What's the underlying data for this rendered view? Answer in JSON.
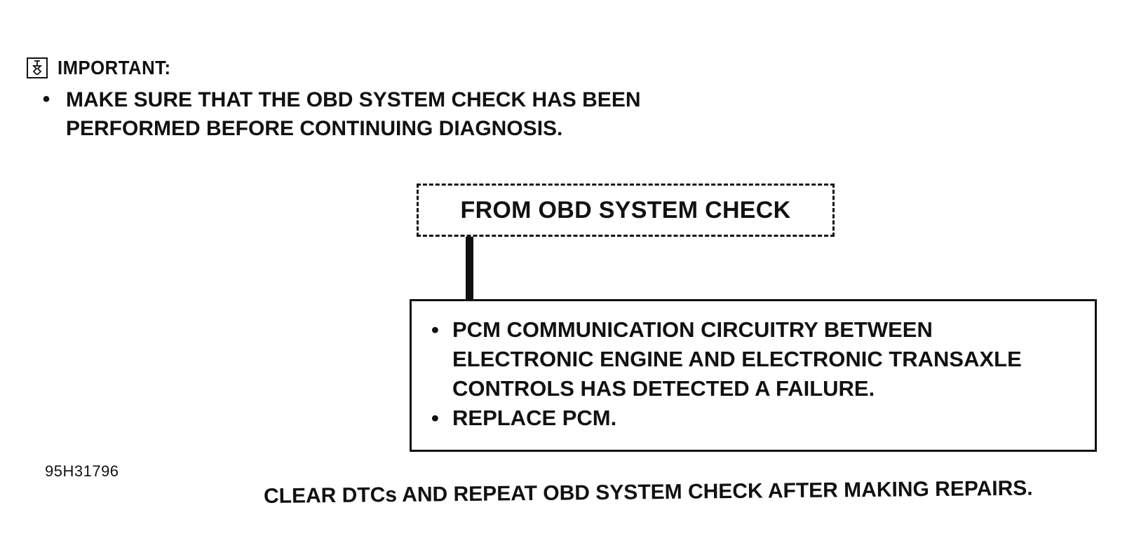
{
  "important": {
    "icon": "important-info-icon",
    "label": "IMPORTANT:",
    "bullet": "•",
    "text_line1": "MAKE SURE THAT THE OBD SYSTEM CHECK HAS BEEN",
    "text_line2": "PERFORMED BEFORE CONTINUING DIAGNOSIS."
  },
  "flow": {
    "start_box": "FROM OBD SYSTEM CHECK",
    "result_items": [
      {
        "bullet": "•",
        "lines": [
          "PCM COMMUNICATION CIRCUITRY BETWEEN",
          "ELECTRONIC ENGINE AND ELECTRONIC TRANSAXLE",
          "CONTROLS HAS DETECTED A FAILURE."
        ]
      },
      {
        "bullet": "•",
        "lines": [
          "REPLACE PCM."
        ]
      }
    ]
  },
  "figure_id": "95H31796",
  "footer_note": "CLEAR DTCs AND REPEAT OBD SYSTEM CHECK AFTER MAKING REPAIRS."
}
